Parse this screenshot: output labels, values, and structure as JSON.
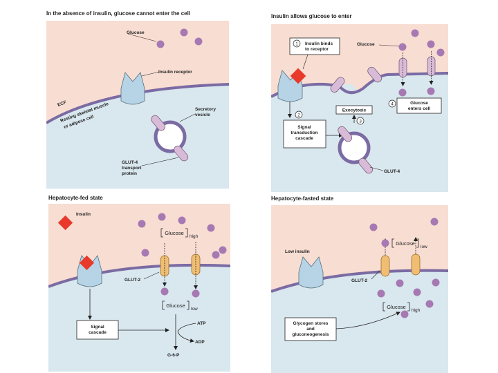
{
  "panels": {
    "p1": {
      "title": "In the absence of insulin, glucose cannot enter the cell",
      "glucose": "Glucose",
      "insulin_receptor": "Insulin receptor",
      "ecf": "ECF",
      "cell_line1": "Resting skeletal muscle",
      "cell_line2": "or adipose cell",
      "vesicle_line1": "Secretory",
      "vesicle_line2": "vesicle",
      "glut4_line1": "GLUT-4",
      "glut4_line2": "transport",
      "glut4_line3": "protein"
    },
    "p2": {
      "title": "Insulin allows glucose to enter",
      "step1_num": "1",
      "step1_line1": "Insulin binds",
      "step1_line2": "to receptor",
      "glucose": "Glucose",
      "step2_num": "2",
      "signal_line1": "Signal",
      "signal_line2": "transduction",
      "signal_line3": "cascade",
      "exocytosis": "Exocytosis",
      "step3_num": "3",
      "step4_num": "4",
      "enters_line1": "Glucose",
      "enters_line2": "enters cell",
      "glut4": "GLUT-4"
    },
    "p3": {
      "title": "Hepatocyte-fed state",
      "insulin": "Insulin",
      "glucose_bracket": "Glucose",
      "high": "high",
      "glut2": "GLUT-2",
      "low": "low",
      "signal_line1": "Signal",
      "signal_line2": "cascade",
      "atp": "ATP",
      "adp": "ADP",
      "g6p": "G-6-P"
    },
    "p4": {
      "title": "Hepatocyte-fasted state",
      "glucose_top": "Glucose",
      "low": "low",
      "low_insulin": "Low insulin",
      "glut2": "GLUT-2",
      "glucose_bottom": "Glucose",
      "high": "high",
      "stores_line1": "Glycogen stores",
      "stores_line2": "and",
      "stores_line3": "gluconeogenesis"
    }
  },
  "colors": {
    "ecf": "#f8ddd2",
    "icf": "#d9e7ee",
    "membrane": "#7b6ba3",
    "receptor": "#b7d4e6",
    "insulin": "#e8392a",
    "glucose": "#a679b3",
    "glut4": "#d8bcd7",
    "glut2": "#f0be73"
  }
}
